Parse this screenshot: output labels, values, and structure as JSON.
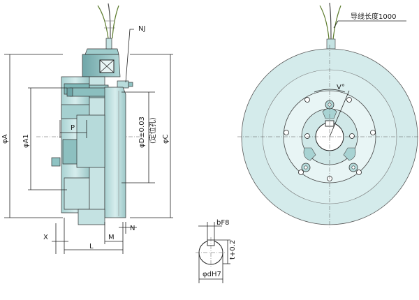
{
  "labels": {
    "nj": "NJ",
    "dia_a": "φA",
    "dia_a1": "φA1",
    "p": "P",
    "dia_d_tol": "φD±0.03",
    "locating_hole": "(定位孔)",
    "dia_c": "φC",
    "x": "X",
    "m": "M",
    "n": "N",
    "l": "L",
    "v": "V°",
    "lead_length": "导线长度1000",
    "b_f8": "bF8",
    "t_tol": "t+0.2",
    "d_h7": "φdH7"
  },
  "colors": {
    "body_light": "#d9eeee",
    "body_mid": "#b9dcdc",
    "body_dark": "#8fc3c3",
    "body_shadow": "#6fa6a8",
    "accent": "#5a7a2a"
  }
}
